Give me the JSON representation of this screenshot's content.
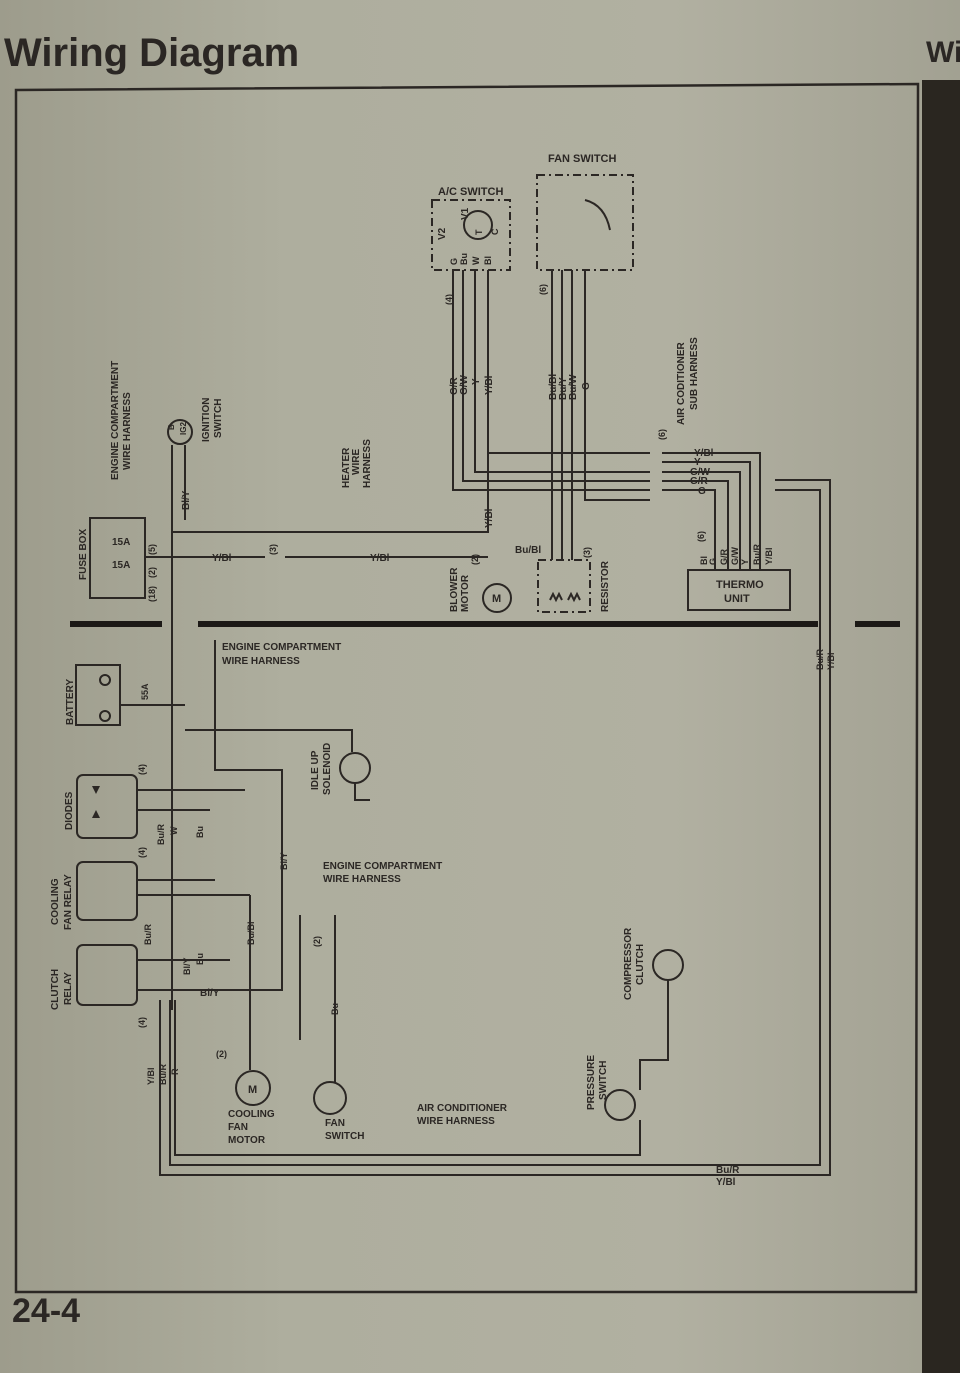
{
  "page": {
    "title": "Wiring Diagram",
    "next_page_title_fragment": "Wi",
    "page_number": "24-4"
  },
  "labels": {
    "fan_switch": "FAN SWITCH",
    "ac_switch": "A/C SWITCH",
    "ac_v2": "V2",
    "ac_v1": "V1",
    "ac_t": "T",
    "ac_c": "C",
    "ac_pin_g": "G",
    "ac_pin_bu": "Bu",
    "ac_pin_w": "W",
    "ac_pin_bl": "Bl",
    "ac_conn": "(4)",
    "fan_conn": "(6)",
    "ac_w1": "G/R",
    "ac_w2": "G/W",
    "ac_w3": "Y",
    "ac_w4": "Y/Bl",
    "fan_w1": "Bu/Bl",
    "fan_w2": "Bu/Y",
    "fan_w3": "Bu/W",
    "fan_w4": "G",
    "sub_harness": "AIR CODITIONER",
    "sub_harness2": "SUB HARNESS",
    "sub_conn": "(6)",
    "h_y_bl": "Y/Bl",
    "h_y": "Y",
    "h_g_w": "G/W",
    "h_g_r": "G/R",
    "h_g": "G",
    "thermo_conn": "(6)",
    "th_1": "Bl",
    "th_2": "G",
    "th_3": "G/R",
    "th_4": "G/W",
    "th_5": "Y",
    "th_6": "Bu/R",
    "th_7": "Y/Bl",
    "thermo_unit": "THERMO",
    "thermo_unit2": "UNIT",
    "blower_y_bl": "Y/Bl",
    "blower_bu_bl": "Bu/Bl",
    "blower_motor": "BLOWER",
    "blower_motor2": "MOTOR",
    "blower_conn": "(2)",
    "motor_m": "M",
    "resistor": "RESISTOR",
    "resistor_conn": "(3)",
    "heater_harness": "HEATER",
    "heater_harness2": "WIRE",
    "heater_harness3": "HARNESS",
    "ignition_switch": "IGNITION",
    "ignition_switch2": "SWITCH",
    "ign_b": "B",
    "ign_ig2": "IG2",
    "ecwh_top": "ENGINE COMPARTMENT",
    "ecwh_top2": "WIRE HARNESS",
    "bl_y_top": "Bl/Y",
    "fuse_box": "FUSE BOX",
    "fuse1": "15A",
    "fuse2": "15A",
    "fuse_c5": "(5)",
    "fuse_c2": "(2)",
    "fuse_c18": "(18)",
    "y_bl_1": "Y/Bl",
    "conn3": "(3)",
    "y_bl_2": "Y/Bl",
    "ecwh_mid": "ENGINE COMPARTMENT",
    "ecwh_mid2": "WIRE HARNESS",
    "battery": "BATTERY",
    "fuse55": "55A",
    "idle_up": "IDLE UP",
    "idle_up2": "SOLENOID",
    "diodes": "DIODES",
    "diodes_conn": "(4)",
    "cooling_relay": "COOLING",
    "cooling_relay2": "FAN RELAY",
    "cooling_conn": "(4)",
    "clutch_relay": "CLUTCH",
    "clutch_relay2": "RELAY",
    "clutch_conn": "(4)",
    "w_bu_r": "Bu/R",
    "w_w": "W",
    "w_bu": "Bu",
    "w_bu_r2": "Bu/R",
    "w_bl_y": "Bl/Y",
    "w_bu2": "Bu",
    "w_bu_bl": "Bu/Bl",
    "w_bl_y2": "Bl/Y",
    "w_bl_y3": "Bl/Y",
    "w_conn2": "(2)",
    "w_bu3": "Bu",
    "ecwh_low": "ENGINE COMPARTMENT",
    "ecwh_low2": "WIRE HARNESS",
    "b_y_bl": "Y/Bl",
    "b_bu_r": "Bu/R",
    "b_r": "R",
    "cfm_conn": "(2)",
    "cfm_m": "M",
    "cooling_fan_motor": "COOLING",
    "cooling_fan_motor2": "FAN",
    "cooling_fan_motor3": "MOTOR",
    "fan_switch_low": "FAN",
    "fan_switch_low2": "SWITCH",
    "acwh": "AIR CONDITIONER",
    "acwh2": "WIRE HARNESS",
    "pressure_switch": "PRESSURE",
    "pressure_switch2": "SWITCH",
    "compressor_clutch": "COMPRESSOR",
    "compressor_clutch2": "CLUTCH",
    "r_bu_r": "Bu/R",
    "r_y_bl": "Y/Bl",
    "rv_bu_r": "Bu/R",
    "rv_y_bl": "Y/Bl"
  }
}
